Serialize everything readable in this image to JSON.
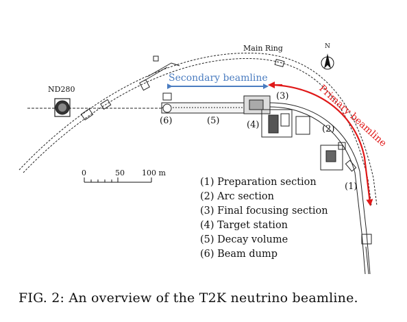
{
  "labels": {
    "main_ring": "Main Ring",
    "north": "N",
    "nd280": "ND280",
    "secondary": "Secondary beamline",
    "primary": "Primary beamline"
  },
  "section_markers": {
    "m1": "(1)",
    "m2": "(2)",
    "m3": "(3)",
    "m4": "(4)",
    "m5": "(5)",
    "m6": "(6)"
  },
  "scale_bar": {
    "t0": "0",
    "t50": "50",
    "t100": "100 m"
  },
  "legend": [
    "(1) Preparation section",
    "(2) Arc section",
    "(3) Final focusing section",
    "(4) Target station",
    "(5) Decay volume",
    "(6) Beam dump"
  ],
  "caption": "FIG. 2:  An overview of the T2K neutrino beamline.",
  "colors": {
    "secondary_arrow": "#4a7cc0",
    "primary_arrow": "#e01818",
    "ink": "#111111"
  }
}
